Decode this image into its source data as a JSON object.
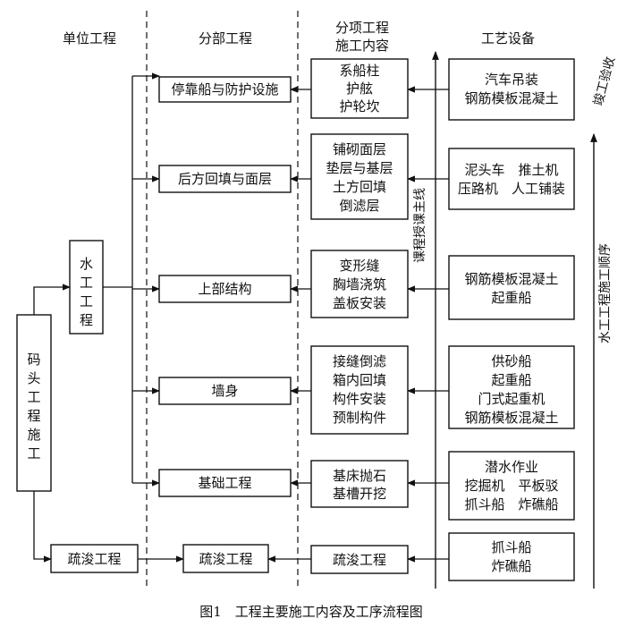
{
  "headers": {
    "unit": "单位工程",
    "division": "分部工程",
    "item_line1": "分项工程",
    "item_line2": "施工内容",
    "equipment": "工艺设备"
  },
  "units": {
    "main": [
      "码",
      "头",
      "工",
      "程",
      "施",
      "工"
    ],
    "hydraulic": [
      "水",
      "工",
      "工",
      "程"
    ],
    "dredging": "疏浚工程"
  },
  "divisions": [
    "停靠船与防护设施",
    "后方回填与面层",
    "上部结构",
    "墙身",
    "基础工程",
    "疏浚工程"
  ],
  "items": [
    [
      "系船柱",
      "护舷",
      "护轮坎"
    ],
    [
      "铺砌面层",
      "垫层与基层",
      "土方回填",
      "倒滤层"
    ],
    [
      "变形缝",
      "胸墙浇筑",
      "盖板安装"
    ],
    [
      "接缝倒滤",
      "箱内回填",
      "构件安装",
      "预制构件"
    ],
    [
      "基床抛石",
      "基槽开挖"
    ],
    [
      "疏浚工程"
    ]
  ],
  "equipment": [
    [
      "汽车吊装",
      "钢筋模板混凝土"
    ],
    [
      "泥头车　推土机",
      "压路机　人工铺装"
    ],
    [
      "钢筋模板混凝土",
      "起重船"
    ],
    [
      "供砂船",
      "起重船",
      "门式起重机",
      "钢筋模板混凝土"
    ],
    [
      "潜水作业",
      "挖掘机　平板驳",
      "抓斗船　炸礁船"
    ],
    [
      "抓斗船",
      "炸礁船"
    ]
  ],
  "side_labels": {
    "main_line": "课程授课主线",
    "acceptance": "竣工验收",
    "sequence": "水工工程施工顺序"
  },
  "caption": "图1　工程主要施工内容及工序流程图"
}
